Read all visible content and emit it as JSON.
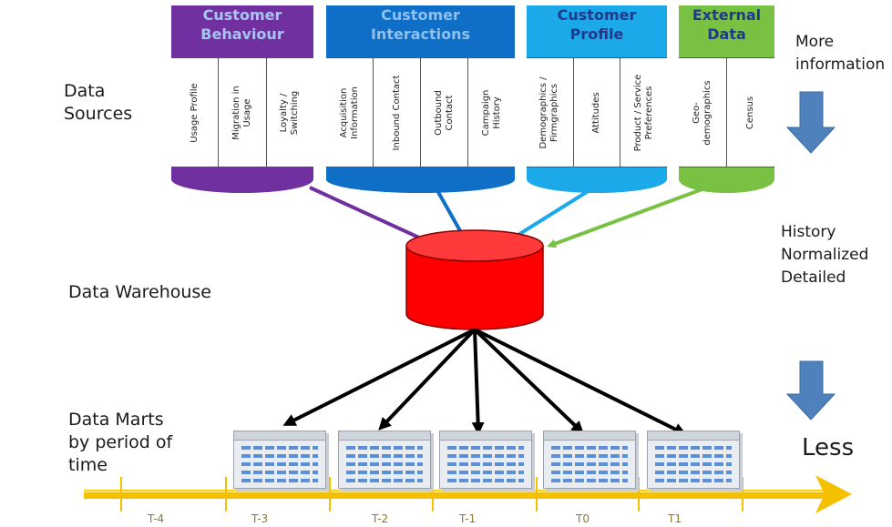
{
  "left_labels": {
    "data_sources": [
      "Data",
      "Sources"
    ],
    "data_warehouse": "Data Warehouse",
    "data_marts": [
      "Data Marts",
      "by period of",
      "time"
    ]
  },
  "right_labels": {
    "more_information": [
      "More",
      "information"
    ],
    "warehouse_traits": [
      "History",
      "Normalized",
      "Detailed"
    ],
    "less": "Less"
  },
  "source_groups": [
    {
      "title": [
        "Customer",
        "Behaviour"
      ],
      "color": "#7030a0",
      "title_color": "#a8c4f0",
      "columns": [
        "Usage Profile",
        "Migration in\nUsage",
        "Loyalty /\nSwitching"
      ]
    },
    {
      "title": [
        "Customer",
        "Interactions"
      ],
      "color": "#0f6fc6",
      "title_color": "#8ec0ef",
      "columns": [
        "Acquisition\nInformation",
        "Inbound Contact",
        "Outbound\nContact",
        "Campaign\nHistory"
      ]
    },
    {
      "title": [
        "Customer",
        "Profile"
      ],
      "color": "#1ba9ea",
      "title_color": "#1f3a8a",
      "columns": [
        "Demographics /\nFirmgraphics",
        "Attitudes",
        "Product / Service\nPreferences"
      ]
    },
    {
      "title": [
        "External",
        "Data"
      ],
      "color": "#79c142",
      "title_color": "#1f3a8a",
      "columns": [
        "Geo-\ndemographics",
        "Census"
      ]
    }
  ],
  "timeline": {
    "ticks": [
      "T-4",
      "T-3",
      "T-2",
      "T-1",
      "T0",
      "T1"
    ],
    "color": "#f5c000"
  },
  "colors": {
    "warehouse": "#ff0000",
    "arrow_down": "#4f81bd"
  }
}
